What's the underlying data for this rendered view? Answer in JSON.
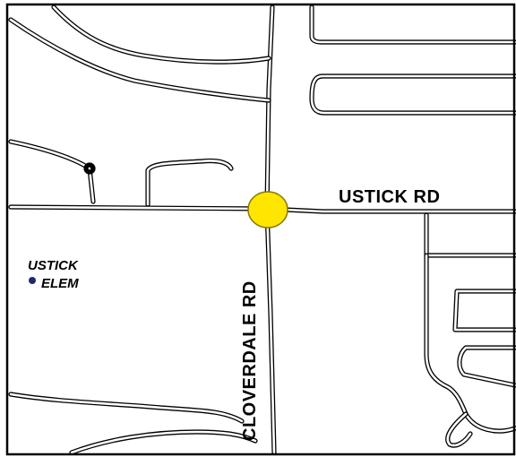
{
  "map": {
    "streets": {
      "ustick": "USTICK RD",
      "cloverdale": "CLOVERDALE RD"
    },
    "school": {
      "line1": "USTICK",
      "line2": "ELEM"
    },
    "colors": {
      "intersection_marker": "#FFE600",
      "school_marker": "#1F2A6B",
      "road_casing": "#000000",
      "road_fill": "#FFFFFF",
      "background": "#FFFFFF"
    },
    "markers": [
      {
        "type": "intersection",
        "icon": "yellow-circle-icon"
      },
      {
        "type": "school",
        "icon": "dot-icon"
      }
    ]
  }
}
